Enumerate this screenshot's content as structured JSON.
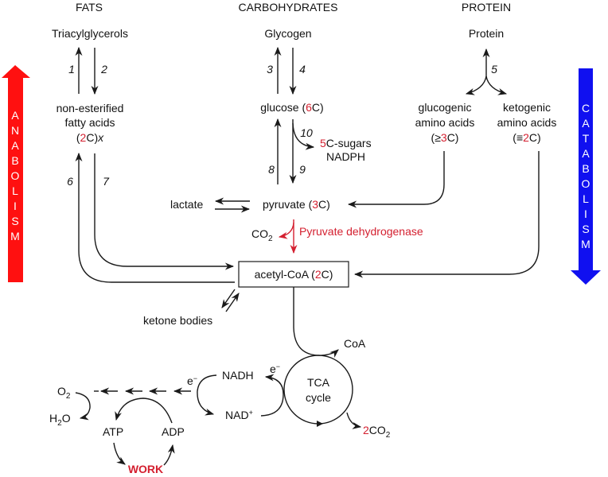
{
  "colors": {
    "anabolism": "#ff1010",
    "catabolism": "#1010f0",
    "accent_red": "#d42030",
    "ink": "#111111"
  },
  "headers": {
    "fats": "FATS",
    "carbohydrates": "CARBOHYDRATES",
    "protein": "PROTEIN"
  },
  "side_bars": {
    "anabolism": "ANABOLISM",
    "catabolism": "CATABOLISM"
  },
  "nodes": {
    "triacylglycerols": "Triacylglycerols",
    "nefa_line1": "non-esterified",
    "nefa_line2": "fatty acids",
    "nefa_line3_pre": "(",
    "nefa_line3_num": "2",
    "nefa_line3_post": "C)",
    "nefa_line3_x": "x",
    "glycogen": "Glycogen",
    "glucose_pre": "glucose (",
    "glucose_num": "6",
    "glucose_post": "C)",
    "sugars_num": "5",
    "sugars_post": "C-sugars",
    "nadph": "NADPH",
    "protein": "Protein",
    "glucogenic_line1": "glucogenic",
    "glucogenic_line2": "amino acids",
    "glucogenic_pre": "(≥",
    "glucogenic_num": "3",
    "glucogenic_post": "C)",
    "ketogenic_line1": "ketogenic",
    "ketogenic_line2": "amino acids",
    "ketogenic_pre": "(≡",
    "ketogenic_num": "2",
    "ketogenic_post": "C)",
    "lactate": "lactate",
    "pyruvate_pre": "pyruvate (",
    "pyruvate_num": "3",
    "pyruvate_post": "C)",
    "co2": "CO",
    "co2_sub": "2",
    "pdh": "Pyruvate dehydrogenase",
    "acetylcoa_pre": "acetyl-CoA (",
    "acetylcoa_num": "2",
    "acetylcoa_post": "C)",
    "ketone_bodies": "ketone bodies",
    "coa": "CoA",
    "tca_line1": "TCA",
    "tca_line2": "cycle",
    "two_co2_num": "2",
    "two_co2": "CO",
    "two_co2_sub": "2",
    "nadh": "NADH",
    "nad": "NAD",
    "nad_sup": "+",
    "e_minus_1": "e",
    "e_minus_2": "e",
    "e_sup": "−",
    "o2": "O",
    "o2_sub": "2",
    "h2o_h": "H",
    "h2o_sub": "2",
    "h2o_o": "O",
    "atp": "ATP",
    "adp": "ADP",
    "work": "WORK"
  },
  "reaction_numbers": {
    "r1": "1",
    "r2": "2",
    "r3": "3",
    "r4": "4",
    "r5": "5",
    "r6": "6",
    "r7": "7",
    "r8": "8",
    "r9": "9",
    "r10": "10"
  }
}
